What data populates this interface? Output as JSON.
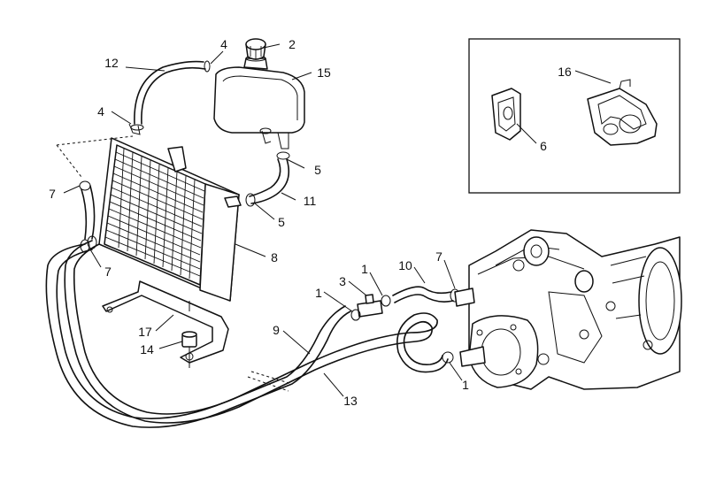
{
  "callouts": {
    "c2": "2",
    "c4_top": "4",
    "c12": "12",
    "c15": "15",
    "c4_left": "4",
    "c5_upper": "5",
    "c7_left": "7",
    "c11": "11",
    "c5_lower": "5",
    "c8": "8",
    "c7_lower": "7",
    "c16": "16",
    "c6": "6",
    "c1_upper": "1",
    "c10": "10",
    "c7_right": "7",
    "c1_left": "1",
    "c3": "3",
    "c9": "9",
    "c17": "17",
    "c14": "14",
    "c1_lower": "1",
    "c13": "13"
  }
}
